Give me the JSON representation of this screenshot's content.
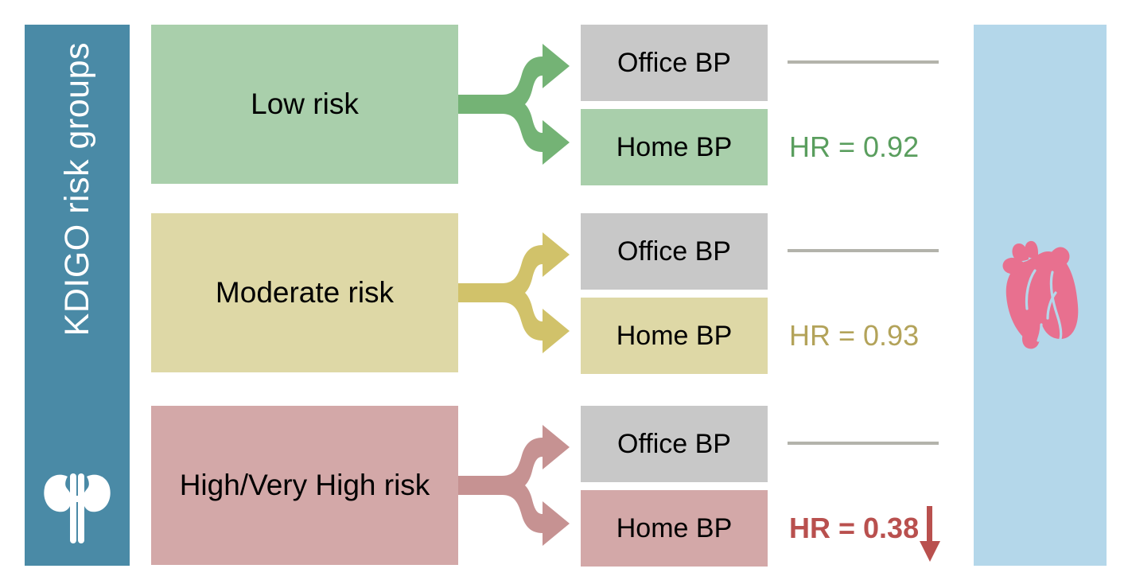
{
  "sidebar": {
    "label": "KDIGO risk groups",
    "background_color": "#4a8aa6",
    "icon": "kidney-icon",
    "icon_color": "#ffffff"
  },
  "rows": [
    {
      "id": "low",
      "risk_label": "Low risk",
      "box_color": "#a9cfab",
      "arrow_color": "#74b375",
      "office": {
        "label": "Office BP",
        "color": "#c8c8c8",
        "result": "",
        "rule": true
      },
      "home": {
        "label": "Home BP",
        "color": "#a9cfab"
      },
      "hr_text": "HR = 0.92",
      "hr_color": "#5a9e5e",
      "hr_bold": false,
      "hr_arrow": false
    },
    {
      "id": "moderate",
      "risk_label": "Moderate risk",
      "box_color": "#ded8a6",
      "arrow_color": "#d1c26a",
      "office": {
        "label": "Office BP",
        "color": "#c8c8c8",
        "result": "",
        "rule": true
      },
      "home": {
        "label": "Home BP",
        "color": "#ded8a6"
      },
      "hr_text": "HR = 0.93",
      "hr_color": "#b3a35a",
      "hr_bold": false,
      "hr_arrow": false
    },
    {
      "id": "high",
      "risk_label": "High/Very High risk",
      "box_color": "#d3a8a8",
      "arrow_color": "#c69292",
      "office": {
        "label": "Office BP",
        "color": "#c8c8c8",
        "result": "",
        "rule": true
      },
      "home": {
        "label": "Home BP",
        "color": "#d3a8a8"
      },
      "hr_text": "HR = 0.38",
      "hr_color": "#b9504e",
      "hr_bold": true,
      "hr_arrow": true,
      "hr_arrow_icon": "down-arrow-icon",
      "hr_arrow_color": "#b9504e"
    }
  ],
  "rule_color": "#b3b3ab",
  "outcome_panel": {
    "icon": "heart-icon",
    "background_color": "#b4d7ea",
    "icon_color": "#e8708f"
  }
}
